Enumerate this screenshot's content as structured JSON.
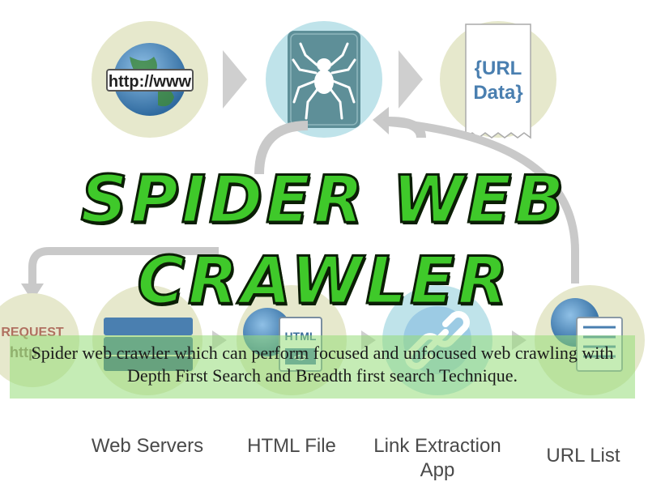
{
  "title": {
    "line1": "SPIDER WEB",
    "line2": "CRAWLER"
  },
  "description": "Spider web crawler which can perform focused and unfocused web crawling with Depth First Search and Breadth first search Technique.",
  "diagram": {
    "url_box_text": "http://www",
    "url_data_line1": "{URL",
    "url_data_line2": "Data}",
    "request_text": "REQUEST",
    "http_text": "http:",
    "html_doc_text": "HTML",
    "html_tag_text": "<>",
    "labels": {
      "web_servers": "Web Servers",
      "html_file": "HTML File",
      "link_extraction_line1": "Link Extraction",
      "link_extraction_line2": "App",
      "url_list": "URL List"
    },
    "colors": {
      "circle_fill": "#e6e8cc",
      "spider_circle": "#bfe3ea",
      "spider_box": "#5e8f98",
      "arrow": "#c9c9c9",
      "globe_blue": "#4a7fb0",
      "title_green": "#3fc92a"
    }
  }
}
